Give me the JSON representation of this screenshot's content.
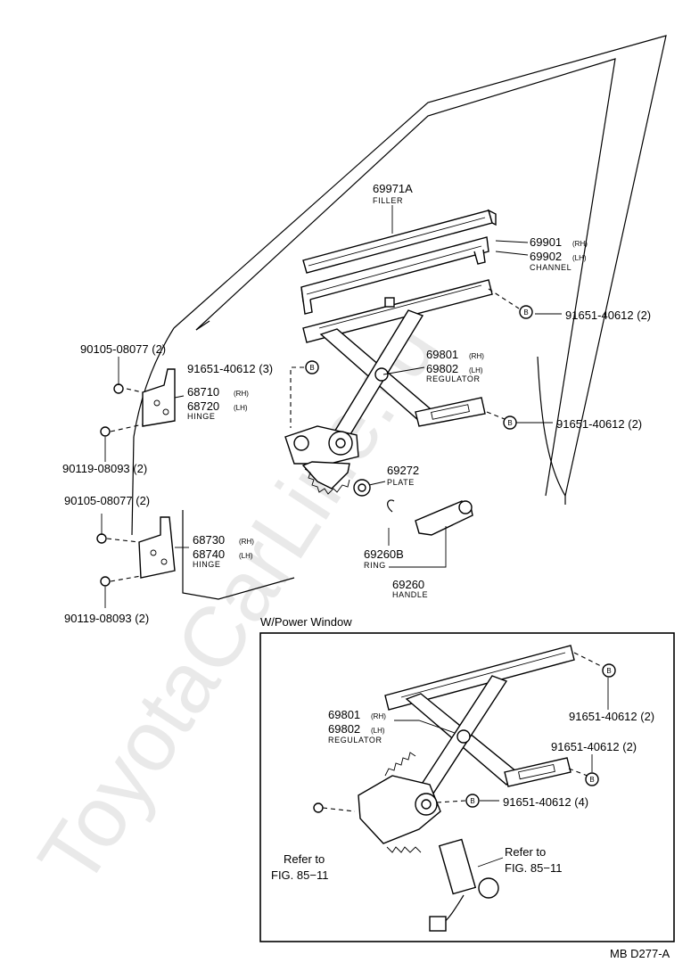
{
  "watermark": "ToyotaCarLine.ru",
  "figure_code": "MB D277-A",
  "inset_title": "W/Power Window",
  "callouts": {
    "filler_pn": "69971A",
    "filler_name": "FILLER",
    "channel_pn1": "69901",
    "channel_pn2": "69902",
    "channel_name": "CHANNEL",
    "bolt_a_pn": "91651-40612 (2)",
    "bolt_b_pn": "91651-40612 (3)",
    "bolt_c_pn": "91651-40612 (2)",
    "regulator_pn1": "69801",
    "regulator_pn2": "69802",
    "regulator_name": "REGULATOR",
    "hinge_up_pn1": "68710",
    "hinge_up_pn2": "68720",
    "hinge_low_pn1": "68730",
    "hinge_low_pn2": "68740",
    "hinge_name": "HINGE",
    "bolt1_pn": "90105-08077 (2)",
    "bolt2_pn": "90119-08093 (2)",
    "bolt3_pn": "90105-08077 (2)",
    "bolt4_pn": "90119-08093 (2)",
    "plate_pn": "69272",
    "plate_name": "PLATE",
    "ring_pn": "69260B",
    "ring_name": "RING",
    "handle_pn": "69260",
    "handle_name": "HANDLE",
    "rh": "(RH)",
    "lh": "(LH)",
    "b_marker": "B"
  },
  "inset": {
    "regulator_pn1": "69801",
    "regulator_pn2": "69802",
    "regulator_name": "REGULATOR",
    "bolt_top_pn": "91651-40612 (2)",
    "bolt_mid_pn": "91651-40612 (2)",
    "bolt_motor_pn": "91651-40612 (4)",
    "refer_left_1": "Refer to",
    "refer_left_2": "FIG. 85−11",
    "refer_right_1": "Refer to",
    "refer_right_2": "FIG. 85−11"
  }
}
